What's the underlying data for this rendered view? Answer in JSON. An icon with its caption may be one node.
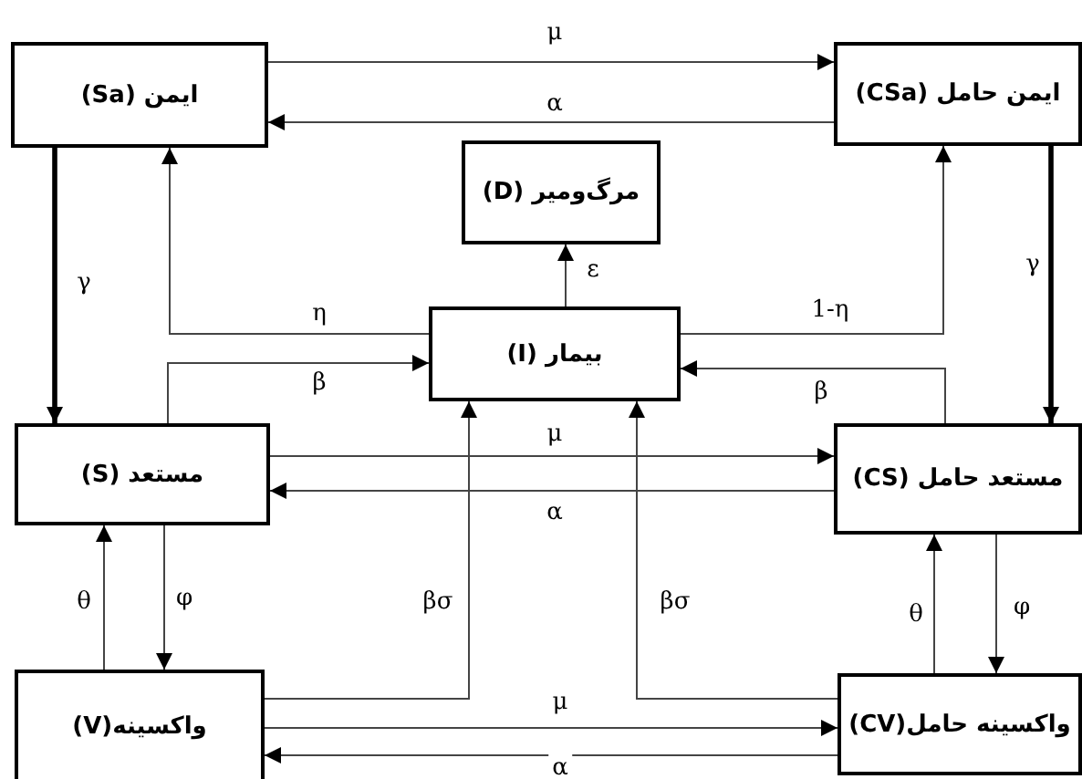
{
  "diagram": {
    "nodes": [
      {
        "text": [
          "ایمن (Sa)"
        ]
      },
      {
        "text": [
          "ایمن حامل (CSa)"
        ]
      },
      {
        "text": [
          "مرگ‌ومیر (D)"
        ]
      },
      {
        "text": [
          "بیمار (I)"
        ]
      },
      {
        "text": [
          "مستعد (S)"
        ]
      },
      {
        "text": [
          "مستعد حامل (CS)"
        ]
      },
      {
        "text": [
          "واکسینه(V)"
        ]
      },
      {
        "text": [
          "واکسینه حامل(CV)"
        ]
      }
    ],
    "edges": [
      {
        "from": 0,
        "to": 1,
        "arrow": "to",
        "label": "μ"
      },
      {
        "from": 1,
        "to": 0,
        "arrow": "to",
        "label": "α"
      },
      {
        "from": 0,
        "to": 4,
        "arrow": "to",
        "label": "γ",
        "style": "thick"
      },
      {
        "from": 1,
        "to": 5,
        "arrow": "to",
        "label": "γ",
        "style": "thick"
      },
      {
        "from": 3,
        "to": 2,
        "arrow": "to",
        "label": "ε"
      },
      {
        "from": 3,
        "to": 0,
        "arrow": "to",
        "label": "η"
      },
      {
        "from": 3,
        "to": 1,
        "arrow": "to",
        "label": "1-η"
      },
      {
        "from": 4,
        "to": 3,
        "arrow": "to",
        "label": "β"
      },
      {
        "from": 5,
        "to": 3,
        "arrow": "to",
        "label": "β"
      },
      {
        "from": 4,
        "to": 5,
        "arrow": "to",
        "label": "μ"
      },
      {
        "from": 5,
        "to": 4,
        "arrow": "to",
        "label": "α"
      },
      {
        "from": 6,
        "to": 4,
        "arrow": "to",
        "label": "θ"
      },
      {
        "from": 4,
        "to": 6,
        "arrow": "to",
        "label": "φ"
      },
      {
        "from": 7,
        "to": 5,
        "arrow": "to",
        "label": "θ"
      },
      {
        "from": 5,
        "to": 7,
        "arrow": "to",
        "label": "φ"
      },
      {
        "from": 6,
        "to": 3,
        "arrow": "to",
        "label": "βσ"
      },
      {
        "from": 7,
        "to": 3,
        "arrow": "to",
        "label": "βσ"
      },
      {
        "from": 6,
        "to": 7,
        "arrow": "to",
        "label": "μ"
      },
      {
        "from": 7,
        "to": 6,
        "arrow": "to",
        "label": "α"
      }
    ]
  }
}
